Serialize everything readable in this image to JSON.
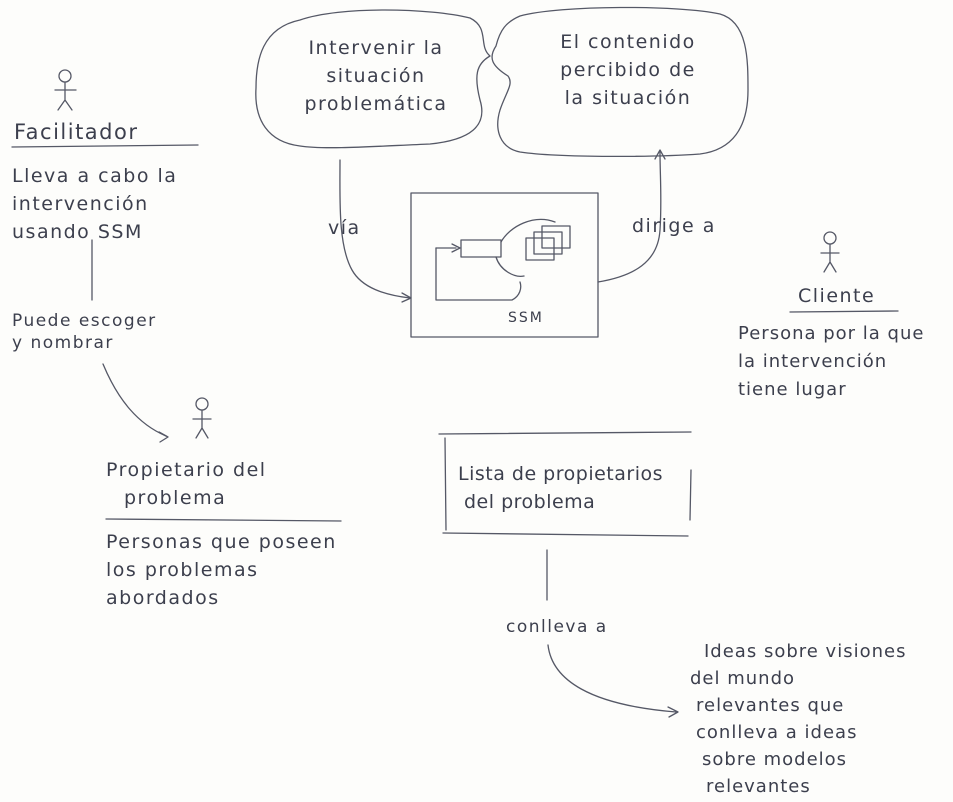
{
  "actors": {
    "facilitador": {
      "name": "Facilitador",
      "description": [
        "Lleva a cabo la",
        "intervención",
        "usando SSM"
      ]
    },
    "propietario": {
      "name": [
        "Propietario del",
        "problema"
      ],
      "description": [
        "Personas que poseen",
        "los problemas",
        "abordados"
      ]
    },
    "cliente": {
      "name": "Cliente",
      "description": [
        "Persona por la que",
        "la intervención",
        "tiene lugar"
      ]
    }
  },
  "clouds": {
    "left": [
      "Intervenir la",
      "situación",
      "problemática"
    ],
    "right": [
      "El contenido",
      "percibido de",
      "la situación"
    ]
  },
  "ssm_box": {
    "label": "SSM"
  },
  "list_box": {
    "text": [
      "Lista de propietarios",
      "del problema"
    ]
  },
  "ideas": [
    "Ideas sobre visiones",
    "del mundo",
    "relevantes que",
    "conlleva a ideas",
    "sobre modelos",
    "relevantes"
  ],
  "arrows": {
    "via": "vía",
    "dirige": "dirige a",
    "puede": [
      "Puede escoger",
      "y nombrar"
    ],
    "conlleva": "conlleva a"
  },
  "colors": {
    "ink": "#3c3f4d",
    "paper": "#fdfdfb"
  }
}
